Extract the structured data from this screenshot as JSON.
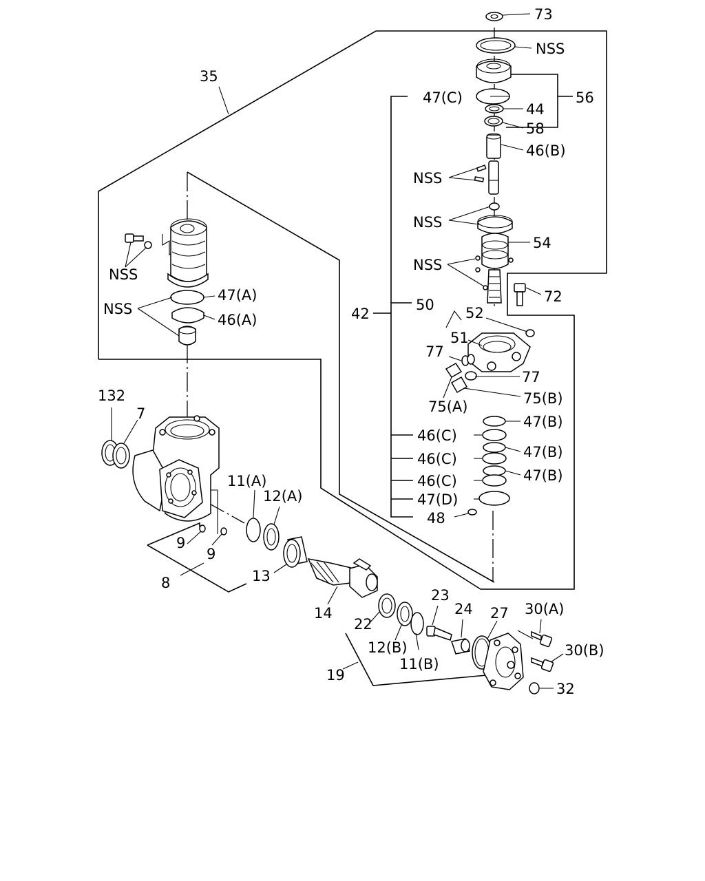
{
  "diagram": {
    "labels": {
      "l73": "73",
      "l_nss_top": "NSS",
      "l56": "56",
      "l47c": "47(C)",
      "l44": "44",
      "l58": "58",
      "l46b": "46(B)",
      "l_nss_a": "NSS",
      "l_nss_b": "NSS",
      "l54": "54",
      "l_nss_c": "NSS",
      "l72": "72",
      "l42": "42",
      "l50": "50",
      "l52": "52",
      "l51": "51",
      "l77a": "77",
      "l77b": "77",
      "l75a": "75(A)",
      "l75b": "75(B)",
      "l47b1": "47(B)",
      "l47b2": "47(B)",
      "l47b3": "47(B)",
      "l46c1": "46(C)",
      "l46c2": "46(C)",
      "l46c3": "46(C)",
      "l47d": "47(D)",
      "l48": "48",
      "l35": "35",
      "l_nss_left1": "NSS",
      "l_nss_left2": "NSS",
      "l47a": "47(A)",
      "l46a": "46(A)",
      "l132": "132",
      "l7": "7",
      "l11a": "11(A)",
      "l12a": "12(A)",
      "l9a": "9",
      "l9b": "9",
      "l8": "8",
      "l13": "13",
      "l14": "14",
      "l23": "23",
      "l24": "24",
      "l27": "27",
      "l30a": "30(A)",
      "l30b": "30(B)",
      "l22": "22",
      "l12b": "12(B)",
      "l11b": "11(B)",
      "l19": "19",
      "l32": "32"
    }
  }
}
